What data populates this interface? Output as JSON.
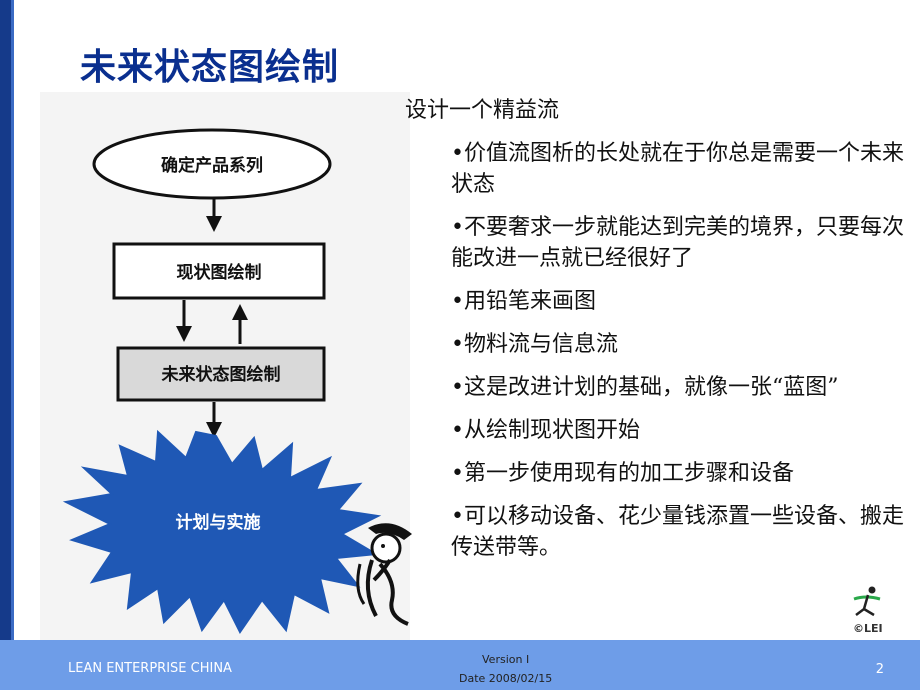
{
  "slide": {
    "title": "未来状态图绘制",
    "heading": "设计一个精益流",
    "bullets": [
      "•价值流图析的长处就在于你总是需要一个未来状态",
      "•不要奢求一步就能达到完美的境界，只要每次能改进一点就已经很好了",
      "•用铅笔来画图",
      "•物料流与信息流",
      "•这是改进计划的基础，就像一张“蓝图”",
      "•从绘制现状图开始",
      "•第一步使用现有的加工步骤和设备",
      "•可以移动设备、花少量钱添置一些设备、搬走传送带等。"
    ]
  },
  "diagram": {
    "step1": "确定产品系列",
    "step2": "现状图绘制",
    "step3": "未来状态图绘制",
    "step4": "计划与实施"
  },
  "logo": {
    "text": "©LEI"
  },
  "footer": {
    "organization": "LEAN ENTERPRISE CHINA",
    "version": "Version  I",
    "date": "Date 2008/02/15",
    "page_number": "2"
  },
  "colors": {
    "title": "#0a2f8f",
    "left_bar": "#153a8a",
    "footer": "#6e9de8",
    "future_box": "#d9d9d9"
  }
}
